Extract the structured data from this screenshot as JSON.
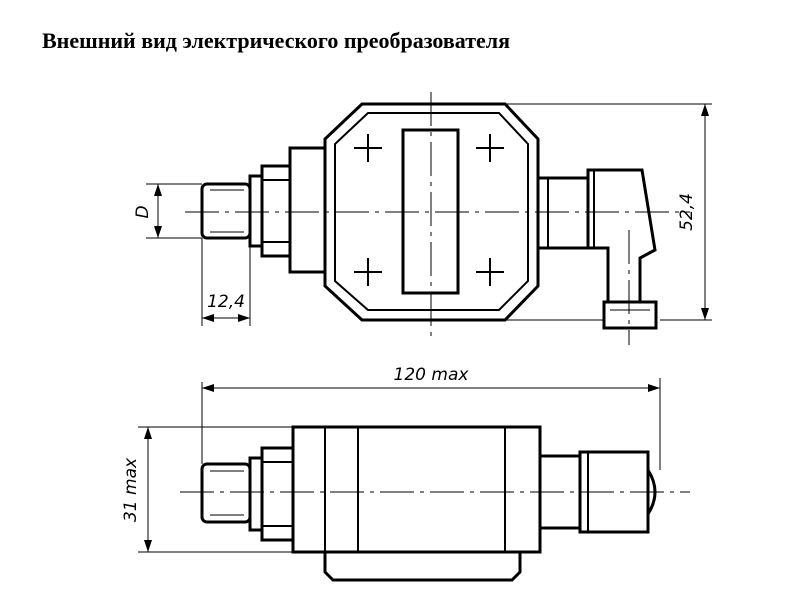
{
  "title": "Внешний вид электрического преобразователя",
  "dimensions": {
    "d": "D",
    "thread_length": "12,4",
    "height": "52,4",
    "length": "120 max",
    "depth": "31 max"
  }
}
